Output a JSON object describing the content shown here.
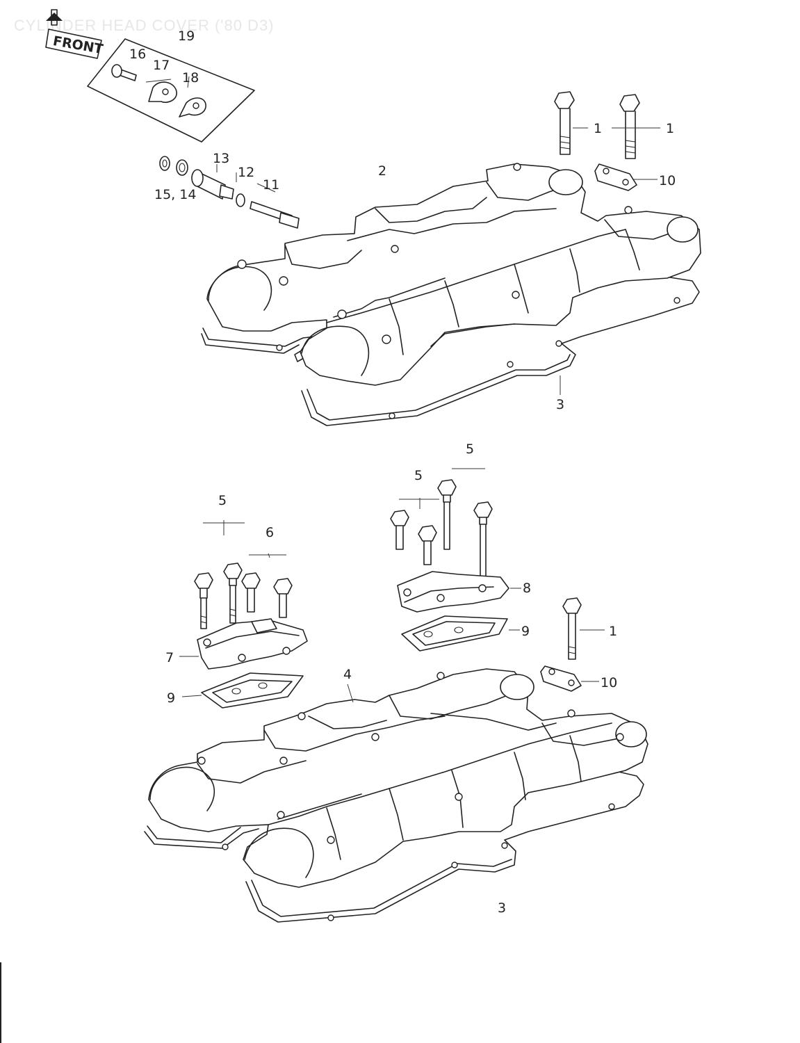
{
  "title": "CYLINDER HEAD COVER ('80 D3)",
  "front_marker": "FRONT",
  "callouts": {
    "c1a": "1",
    "c1b": "1",
    "c2": "2",
    "c3a": "3",
    "c10a": "10",
    "c11": "11",
    "c12": "12",
    "c13": "13",
    "c14": "15, 14",
    "c16": "16",
    "c17": "17",
    "c18": "18",
    "c19": "19",
    "c5a": "5",
    "c5b": "5",
    "c5c": "5",
    "c6": "6",
    "c7": "7",
    "c8": "8",
    "c9a": "9",
    "c9b": "9",
    "c4": "4",
    "c1c": "1",
    "c10b": "10",
    "c3b": "3"
  }
}
